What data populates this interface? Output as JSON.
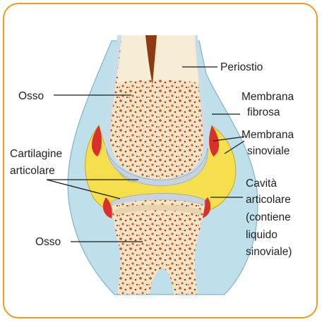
{
  "colors": {
    "frame": "#f29a1d",
    "bone_light": "#f7edd7",
    "bone_spongy": "#b5541f",
    "medullary": "#8c3a12",
    "periosteum": "#c9dde8",
    "fibrous_membrane": "#bfe0ea",
    "synovial_cavity": "#f6df4c",
    "synovial_membrane": "#d9302a",
    "cartilage": "#c7d3df"
  },
  "labels": {
    "periostio": "Periostio",
    "osso_top": "Osso",
    "membrana_fibrosa_1": "Membrana",
    "membrana_fibrosa_2": "fibrosa",
    "membrana_sinoviale_1": "Membrana",
    "membrana_sinoviale_2": "sinoviale",
    "cartilagine_1": "Cartilagine",
    "cartilagine_2": "articolare",
    "cavita_1": "Cavità",
    "cavita_2": "articolare",
    "cavita_3": "(contiene",
    "cavita_4": "liquido",
    "cavita_5": "sinoviale)",
    "osso_bottom": "Osso"
  }
}
